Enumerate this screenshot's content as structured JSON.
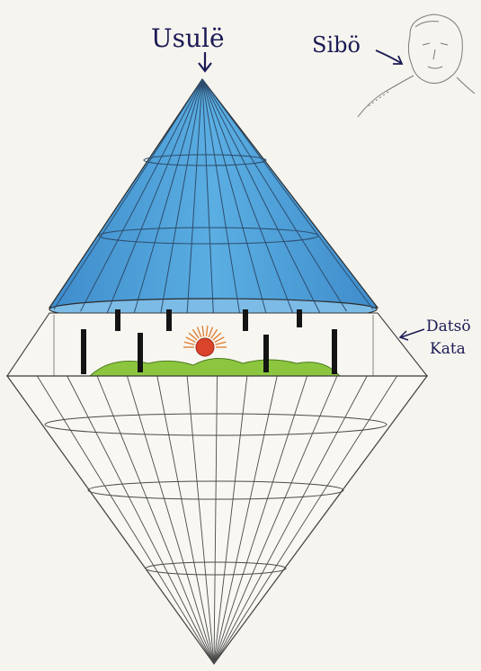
{
  "labels": {
    "top": "Usulë",
    "spirit": "Sibö",
    "middle_line1": "Datsö",
    "middle_line2": "Kata"
  },
  "colors": {
    "paper": "#f6f4ee",
    "pencil": "#3a3a3a",
    "sky_blue": "#4a9fd6",
    "sky_light": "#8ec8ee",
    "ink": "#1a1a55",
    "hill_green": "#8cc63f",
    "sun_red": "#d9442a",
    "sun_rays": "#e07a2a",
    "posts": "#111111"
  },
  "icons": [
    "arrow-down-icon",
    "arrow-right-icon",
    "face-sketch-icon",
    "sun-icon"
  ]
}
